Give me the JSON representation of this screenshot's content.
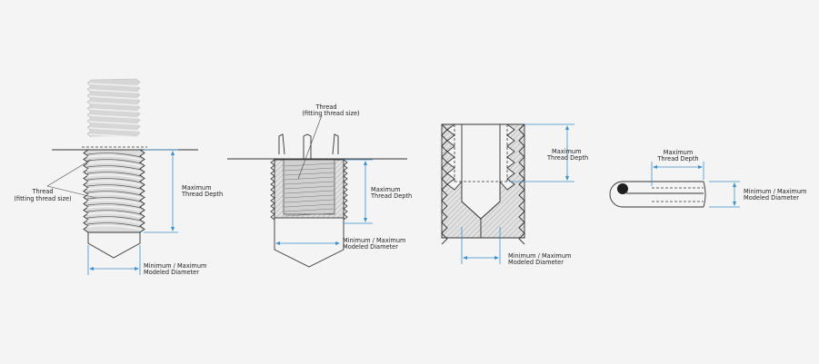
{
  "colors": {
    "background": "#f4f4f4",
    "dimension": "#3b8fd0",
    "line": "#333333",
    "hatch": "#c8c8c8",
    "ghost_thread": "#d6d6d6"
  },
  "figures": [
    {
      "id": "external-thread",
      "labels": {
        "thread_line1": "Thread",
        "thread_line2": "(fitting thread size)",
        "depth_line1": "Maximum",
        "depth_line2": "Thread Depth",
        "diameter_line1": "Minimum / Maximum",
        "diameter_line2": "Modeled Diameter"
      }
    },
    {
      "id": "insert-thread",
      "labels": {
        "thread_line1": "Thread",
        "thread_line2": "(fitting thread size)",
        "depth_line1": "Maximum",
        "depth_line2": "Thread Depth",
        "diameter_line1": "Minimum / Maximum",
        "diameter_line2": "Modeled Diameter"
      }
    },
    {
      "id": "tapped-hole",
      "labels": {
        "depth_line1": "Maximum",
        "depth_line2": "Thread Depth",
        "diameter_line1": "Minimum / Maximum",
        "diameter_line2": "Modeled Diameter"
      }
    },
    {
      "id": "coil-insert",
      "labels": {
        "depth_line1": "Maximum",
        "depth_line2": "Thread Depth",
        "diameter_line1": "Minimum / Maximum",
        "diameter_line2": "Modeled Diameter"
      }
    }
  ]
}
